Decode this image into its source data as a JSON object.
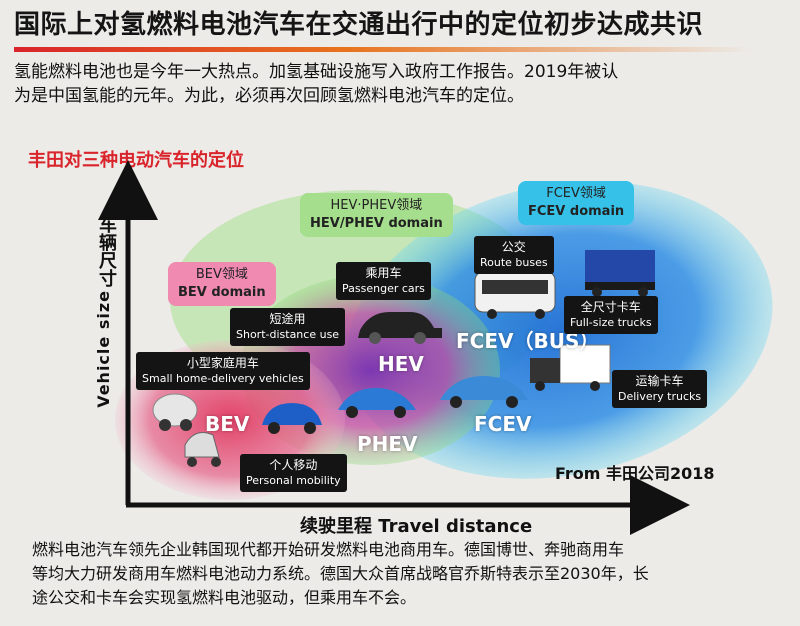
{
  "title": "国际上对氢燃料电池汽车在交通出行中的定位初步达成共识",
  "intro": [
    "氢能燃料电池也是今年一大热点。加氢基础设施写入政府工作报告。2019年被认",
    "为是中国氢能的元年。为此，必须再次回顾氢燃料电池汽车的定位。"
  ],
  "toyota_heading": "丰田对三种电动汽车的定位",
  "axes": {
    "y_zh": "车辆尺寸",
    "y_en": "Vehicle size",
    "x": "续驶里程 Travel distance"
  },
  "domains": {
    "bev": {
      "zh": "BEV领域",
      "en": "BEV domain"
    },
    "hev": {
      "zh": "HEV·PHEV领域",
      "en": "HEV/PHEV domain"
    },
    "fcev": {
      "zh": "FCEV领域",
      "en": "FCEV domain"
    }
  },
  "zones": {
    "bev": "BEV",
    "hev": "HEV",
    "phev": "PHEV",
    "fcev": "FCEV",
    "fcev_bus": "FCEV（BUS）"
  },
  "vehicle_labels": {
    "short_distance": {
      "zh": "短途用",
      "en": "Short-distance use"
    },
    "small_home": {
      "zh": "小型家庭用车",
      "en": "Small home-delivery vehicles"
    },
    "personal": {
      "zh": "个人移动",
      "en": "Personal mobility"
    },
    "passenger": {
      "zh": "乘用车",
      "en": "Passenger cars"
    },
    "bus": {
      "zh": "公交",
      "en": "Route buses"
    },
    "full_truck": {
      "zh": "全尺寸卡车",
      "en": "Full-size trucks"
    },
    "delivery_truck": {
      "zh": "运输卡车",
      "en": "Delivery trucks"
    }
  },
  "source": "From 丰田公司2018",
  "footer": [
    "燃料电池汽车领先企业韩国现代都开始研发燃料电池商用车。德国博世、奔驰商用车",
    "等均大力研发商用车燃料电池动力系统。德国大众首席战略官乔斯特表示至2030年，长",
    "途公交和卡车会实现氢燃料电池驱动，但乘用车不会。"
  ],
  "colors": {
    "heading_red": "#d9242b",
    "bev_zone": "#e2385f",
    "hev_zone": "#7a2fb0",
    "fcev_zone": "#1e6fd6",
    "fcev_domain_bg": "#35c1e8",
    "hev_domain_bg": "#a5de8c",
    "bev_domain_bg": "#f08ab0"
  }
}
